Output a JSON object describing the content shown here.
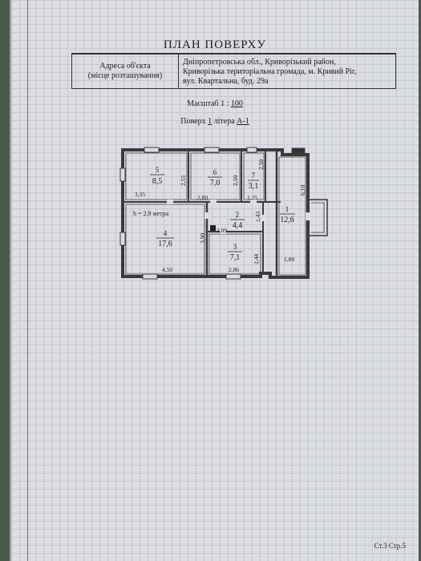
{
  "title": "ПЛАН ПОВЕРХУ",
  "address": {
    "label_line1": "Адреса об'єкта",
    "label_line2": "(місце розташування)",
    "value_line1": "Дніпропетровська обл., Криворізький район,",
    "value_line2": "Криворізька територіальна громада, м. Кривий Ріг,",
    "value_line3": "вул. Квартальна, буд. 29а"
  },
  "scale": {
    "label": "Масштаб 1 :",
    "value": "100"
  },
  "floor": {
    "label": "Поверх",
    "number": "1",
    "litera_label": "літера",
    "litera": "А-1"
  },
  "plan": {
    "height_note": "h = 2,9 метра",
    "rooms": [
      {
        "number": "5",
        "area": "8,5"
      },
      {
        "number": "6",
        "area": "7,0"
      },
      {
        "number": "7",
        "area": "3,1"
      },
      {
        "number": "1",
        "area": "12,6"
      },
      {
        "number": "2",
        "area": "4,4"
      },
      {
        "number": "4",
        "area": "17,6"
      },
      {
        "number": "3",
        "area": "7,1"
      }
    ],
    "dimensions": {
      "d335": "3,35",
      "d255": "2,55",
      "d280": "2,80",
      "d250a": "2,50",
      "d125": "1,25",
      "d250b": "2,50",
      "d610": "6,10",
      "d143": "1,43",
      "d309": "3,09",
      "d390": "3,90",
      "d244": "2,44",
      "d450": "4,50",
      "d286": "2,86",
      "d188": "1,88"
    }
  },
  "footer": "Ст.3 Стр.5"
}
